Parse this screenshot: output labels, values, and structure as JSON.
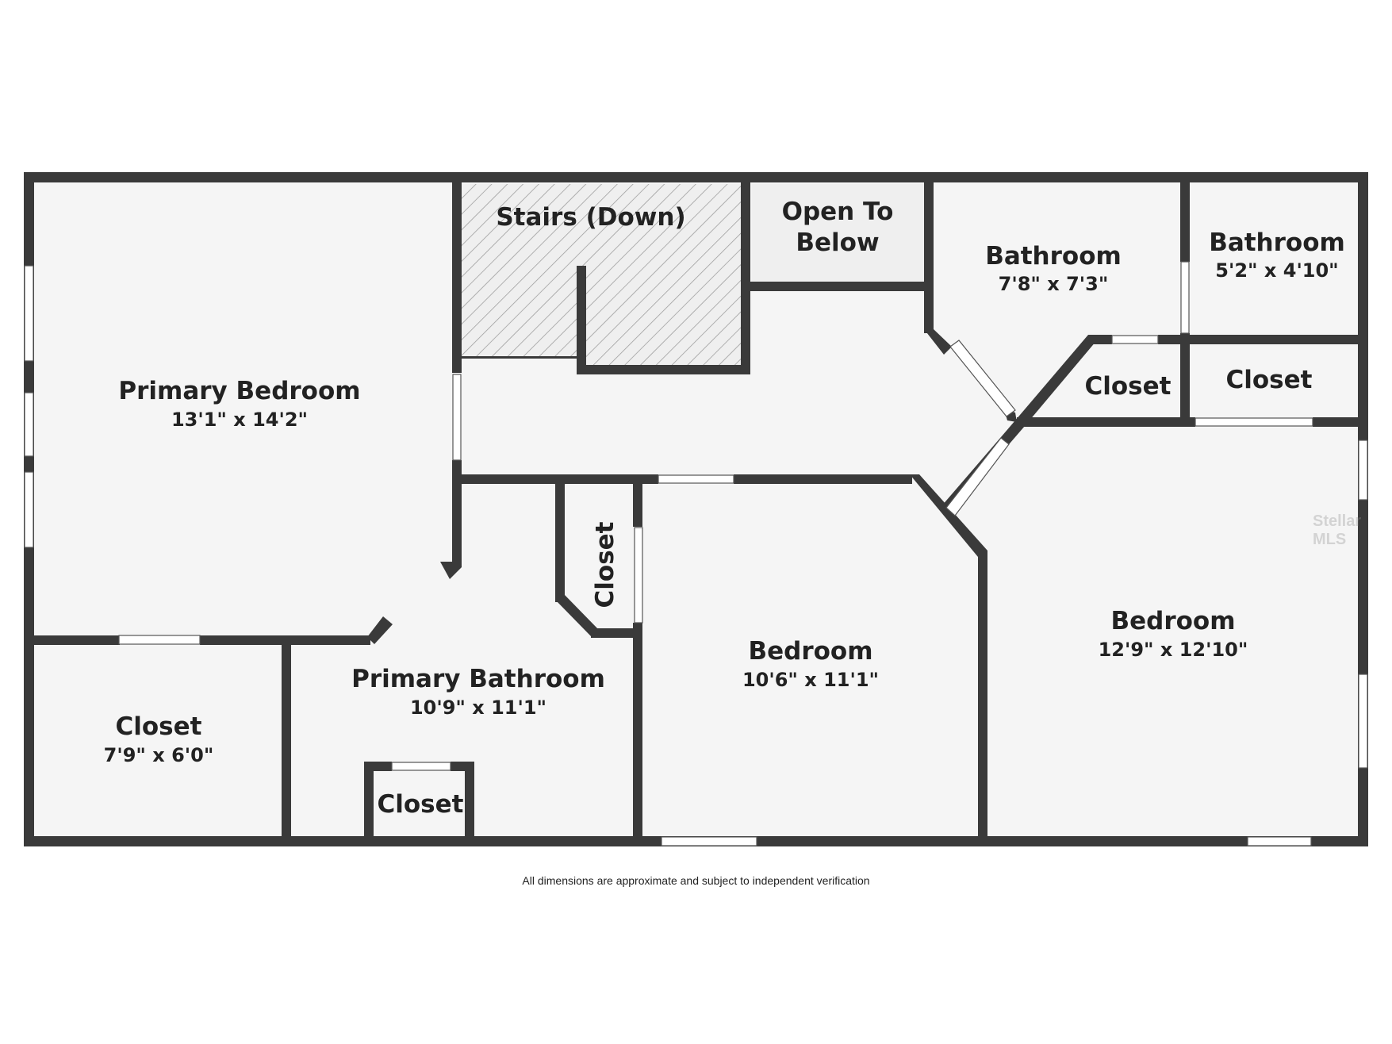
{
  "rooms": {
    "primary_bedroom": {
      "name": "Primary Bedroom",
      "dim": "13'1\" x 14'2\""
    },
    "stairs": {
      "name": "Stairs (Down)"
    },
    "open_to_below": {
      "line1": "Open To",
      "line2": "Below"
    },
    "bathroom_1": {
      "name": "Bathroom",
      "dim": "7'8\" x 7'3\""
    },
    "bathroom_2": {
      "name": "Bathroom",
      "dim": "5'2\" x 4'10\""
    },
    "closet_hall": {
      "name": "Closet"
    },
    "closet_right": {
      "name": "Closet"
    },
    "closet_vertical": {
      "name": "Closet"
    },
    "closet_bottom_left": {
      "name": "Closet",
      "dim": "7'9\" x 6'0\""
    },
    "closet_small": {
      "name": "Closet"
    },
    "primary_bathroom": {
      "name": "Primary Bathroom",
      "dim": "10'9\" x 11'1\""
    },
    "bedroom_middle": {
      "name": "Bedroom",
      "dim": "10'6\" x 11'1\""
    },
    "bedroom_right": {
      "name": "Bedroom",
      "dim": "12'9\" x 12'10\""
    }
  },
  "footer": "All dimensions are approximate and subject to independent verification",
  "watermark": "Stellar MLS",
  "colors": {
    "wall": "#3a3a3a",
    "floor": "#f5f5f5"
  }
}
